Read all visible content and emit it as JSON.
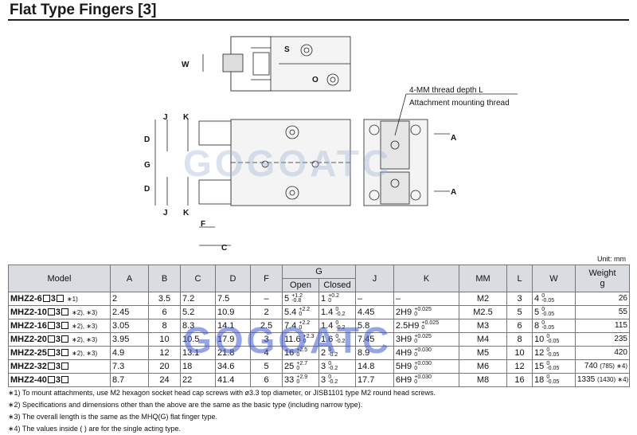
{
  "title": "Flat Type Fingers [3]",
  "drawing": {
    "callout_line1": "4-MM thread depth L",
    "callout_line2": "Attachment mounting thread",
    "dims": {
      "W": "W",
      "S": "S",
      "O": "O",
      "J": "J",
      "K": "K",
      "D": "D",
      "G": "G",
      "F": "F",
      "C": "C",
      "A": "A"
    }
  },
  "watermark": "GOGOATC",
  "unit": "Unit: mm",
  "table": {
    "headers": {
      "model": "Model",
      "A": "A",
      "B": "B",
      "C": "C",
      "D": "D",
      "F": "F",
      "G": "G",
      "open": "Open",
      "closed": "Closed",
      "J": "J",
      "K": "K",
      "MM": "MM",
      "L": "L",
      "W": "W",
      "weight": "Weight",
      "weight_unit": "g"
    },
    "rows": [
      {
        "model_a": "MHZ2-",
        "model_b": "6",
        "model_c": "3",
        "note": "∗1)",
        "A": "2",
        "B": "3.5",
        "C": "7.2",
        "D": "7.5",
        "F": "–",
        "open": "5",
        "open_up": "+1.2",
        "open_dn": "-0.8",
        "closed": "1",
        "closed_up": "+0.2",
        "closed_dn": "0",
        "J": "–",
        "K": "–",
        "K_up": "",
        "K_dn": "",
        "MM": "M2",
        "L": "3",
        "W": "4",
        "W_up": "0",
        "W_dn": "-0.05",
        "weight": "26",
        "weight_extra": ""
      },
      {
        "model_a": "MHZ2-",
        "model_b": "10",
        "model_c": "3",
        "note": "∗2), ∗3)",
        "A": "2.45",
        "B": "6",
        "C": "5.2",
        "D": "10.9",
        "F": "2",
        "open": "5.4",
        "open_up": "+2.2",
        "open_dn": "0",
        "closed": "1.4",
        "closed_up": "0",
        "closed_dn": "-0.2",
        "J": "4.45",
        "K": "2H9",
        "K_up": "+0.025",
        "K_dn": "0",
        "MM": "M2.5",
        "L": "5",
        "W": "5",
        "W_up": "0",
        "W_dn": "-0.05",
        "weight": "55",
        "weight_extra": ""
      },
      {
        "model_a": "MHZ2-",
        "model_b": "16",
        "model_c": "3",
        "note": "∗2), ∗3)",
        "A": "3.05",
        "B": "8",
        "C": "8.3",
        "D": "14.1",
        "F": "2.5",
        "open": "7.4",
        "open_up": "+2.2",
        "open_dn": "0",
        "closed": "1.4",
        "closed_up": "0",
        "closed_dn": "-0.2",
        "J": "5.8",
        "K": "2.5H9",
        "K_up": "+0.025",
        "K_dn": "0",
        "MM": "M3",
        "L": "6",
        "W": "8",
        "W_up": "0",
        "W_dn": "-0.05",
        "weight": "115",
        "weight_extra": ""
      },
      {
        "model_a": "MHZ2-",
        "model_b": "20",
        "model_c": "3",
        "note": "∗2), ∗3)",
        "A": "3.95",
        "B": "10",
        "C": "10.5",
        "D": "17.9",
        "F": "3",
        "open": "11.6",
        "open_up": "+2.3",
        "open_dn": "0",
        "closed": "1.6",
        "closed_up": "0",
        "closed_dn": "-0.2",
        "J": "7.45",
        "K": "3H9",
        "K_up": "+0.025",
        "K_dn": "0",
        "MM": "M4",
        "L": "8",
        "W": "10",
        "W_up": "0",
        "W_dn": "-0.05",
        "weight": "235",
        "weight_extra": ""
      },
      {
        "model_a": "MHZ2-",
        "model_b": "25",
        "model_c": "3",
        "note": "∗2), ∗3)",
        "A": "4.9",
        "B": "12",
        "C": "13.1",
        "D": "21.8",
        "F": "4",
        "open": "16",
        "open_up": "+2.5",
        "open_dn": "0",
        "closed": "2",
        "closed_up": "0",
        "closed_dn": "-0.2",
        "J": "8.9",
        "K": "4H9",
        "K_up": "+0.030",
        "K_dn": "0",
        "MM": "M5",
        "L": "10",
        "W": "12",
        "W_up": "0",
        "W_dn": "-0.05",
        "weight": "420",
        "weight_extra": ""
      },
      {
        "model_a": "MHZ2-",
        "model_b": "32",
        "model_c": "3",
        "note": "",
        "A": "7.3",
        "B": "20",
        "C": "18",
        "D": "34.6",
        "F": "5",
        "open": "25",
        "open_up": "+2.7",
        "open_dn": "0",
        "closed": "3",
        "closed_up": "0",
        "closed_dn": "-0.2",
        "J": "14.8",
        "K": "5H9",
        "K_up": "+0.030",
        "K_dn": "0",
        "MM": "M6",
        "L": "12",
        "W": "15",
        "W_up": "0",
        "W_dn": "-0.05",
        "weight": "740",
        "weight_extra": "(785) ∗4)"
      },
      {
        "model_a": "MHZ2-",
        "model_b": "40",
        "model_c": "3",
        "note": "",
        "A": "8.7",
        "B": "24",
        "C": "22",
        "D": "41.4",
        "F": "6",
        "open": "33",
        "open_up": "+2.9",
        "open_dn": "0",
        "closed": "3",
        "closed_up": "0",
        "closed_dn": "-0.2",
        "J": "17.7",
        "K": "6H9",
        "K_up": "+0.030",
        "K_dn": "0",
        "MM": "M8",
        "L": "16",
        "W": "18",
        "W_up": "0",
        "W_dn": "-0.05",
        "weight": "1335",
        "weight_extra": "(1430) ∗4)"
      }
    ]
  },
  "notes": [
    "∗1) To mount attachments, use M2 hexagon socket head cap screws with ø3.3 top diameter, or JISB1101 type M2 round head screws.",
    "∗2) Specifications and dimensions other than the above are the same as the basic type (including narrow type).",
    "∗3) The overall length is the same as the MHQ(G) flat finger type.",
    "∗4) The values inside ( ) are for the single acting type."
  ]
}
